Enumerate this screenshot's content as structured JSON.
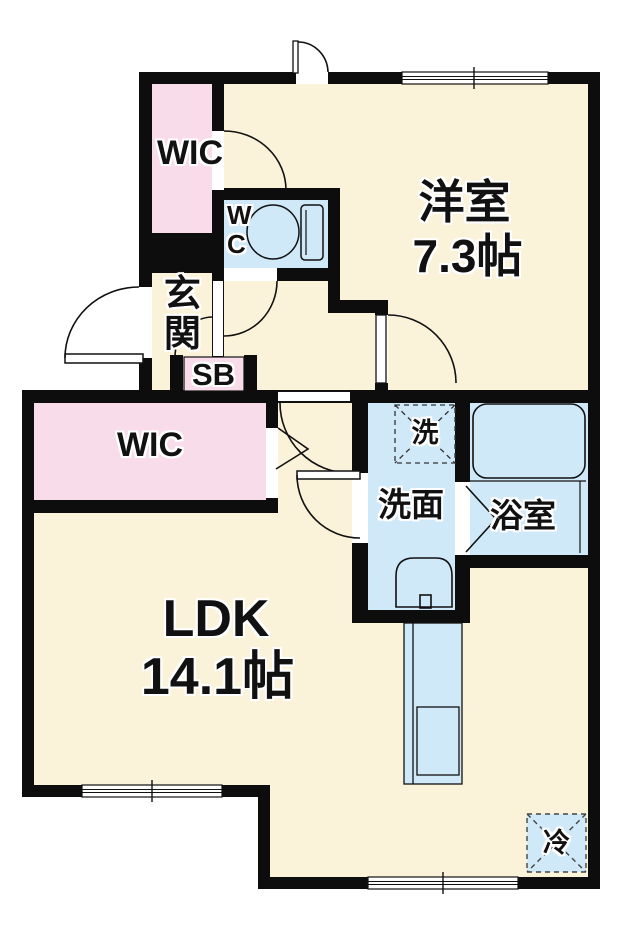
{
  "plan": {
    "type": "apartment-floor-plan",
    "rooms": [
      {
        "id": "wic-top",
        "label": "WIC"
      },
      {
        "id": "western-room",
        "label": "洋室",
        "area": "7.3帖"
      },
      {
        "id": "entrance",
        "label": "玄関"
      },
      {
        "id": "shoe-box",
        "label": "SB"
      },
      {
        "id": "toilet",
        "label": "WC"
      },
      {
        "id": "wic-lower",
        "label": "WIC"
      },
      {
        "id": "washroom",
        "label": "洗面"
      },
      {
        "id": "bathroom",
        "label": "浴室"
      },
      {
        "id": "ldk",
        "label": "LDK",
        "area": "14.1帖"
      },
      {
        "id": "washer-space",
        "label": "洗"
      },
      {
        "id": "fridge-space",
        "label": "冷"
      }
    ],
    "colors": {
      "wall": "#0d0d0d",
      "room_cream": "#FBF2DA",
      "room_pink": "#F8DCEA",
      "room_blue": "#CFE9F8",
      "door_white": "#FFFFFF"
    }
  }
}
